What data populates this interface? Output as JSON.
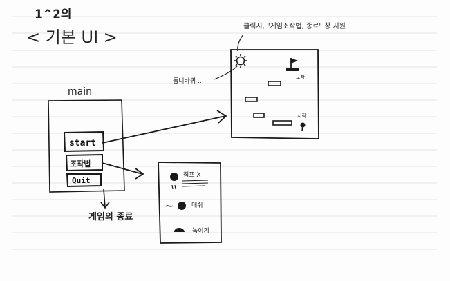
{
  "colors": {
    "ink": "#1a1a1a",
    "red": "#d2231f",
    "rule": "#e3e3e3"
  },
  "header": {
    "number": "1^2의",
    "title": "< 기본 UI >"
  },
  "main_screen": {
    "label": "main",
    "buttons": [
      {
        "label": "start"
      },
      {
        "label": "조작법"
      },
      {
        "label": "Quit"
      }
    ],
    "quit_note": "게임의 종료"
  },
  "game_screen": {
    "top_note": "클릭시, \"게임조작법, 종료\" 창 지원",
    "side_note": "톱니바퀴 ..",
    "icons": [
      "gear-icon",
      "flag-icon",
      "pin-icon"
    ],
    "goal_label": "도착",
    "start_label": "시작"
  },
  "controls_screen": {
    "items": [
      {
        "label": "점프 X"
      },
      {
        "label": "대쉬"
      },
      {
        "label": "녹이기"
      }
    ]
  }
}
